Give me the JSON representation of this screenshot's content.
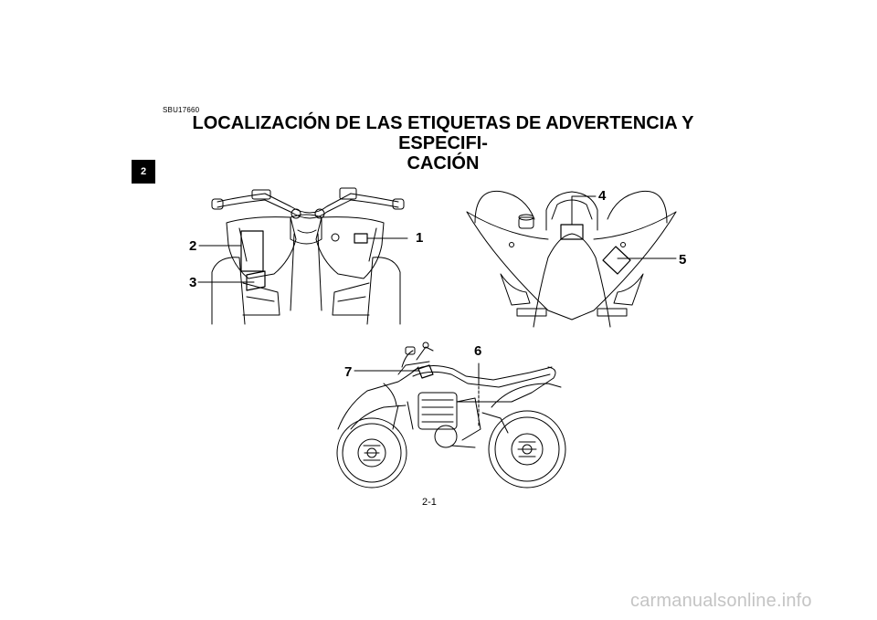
{
  "chapter_tab": "2",
  "doc_code": "SBU17660",
  "title": "LOCALIZACIÓN DE LAS ETIQUETAS DE ADVERTENCIA Y ESPECIFI-CACIÓN",
  "title_line1": "LOCALIZACIÓN DE LAS ETIQUETAS DE ADVERTENCIA Y ESPECIFI-",
  "title_line2": "CACIÓN",
  "figures": {
    "front_view": {
      "callouts": [
        "1",
        "2",
        "3"
      ]
    },
    "rear_view": {
      "callouts": [
        "4",
        "5"
      ]
    },
    "side_view": {
      "callouts": [
        "6",
        "7"
      ]
    }
  },
  "page_number": "2-1",
  "watermark": "carmanualsonline.info"
}
